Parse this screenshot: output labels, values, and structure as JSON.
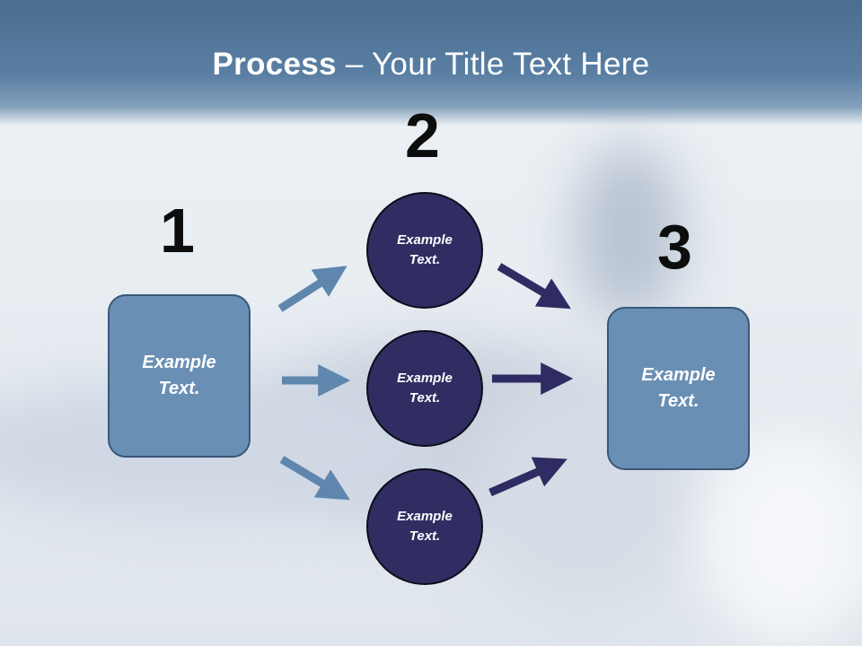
{
  "title": {
    "bold": "Process",
    "rest": " – Your Title Text Here"
  },
  "steps": [
    {
      "number": "1"
    },
    {
      "number": "2"
    },
    {
      "number": "3"
    }
  ],
  "left_box": {
    "text": "Example\nText."
  },
  "circles": [
    {
      "text": "Example\nText."
    },
    {
      "text": "Example\nText."
    },
    {
      "text": "Example\nText."
    }
  ],
  "right_box": {
    "text": "Example\nText."
  },
  "colors": {
    "box_fill": "#6a8fb4",
    "circle_fill": "#302d62",
    "arrow_light": "#5f86ad",
    "arrow_dark": "#2f2c63",
    "title_band": "#5a7fa3"
  }
}
